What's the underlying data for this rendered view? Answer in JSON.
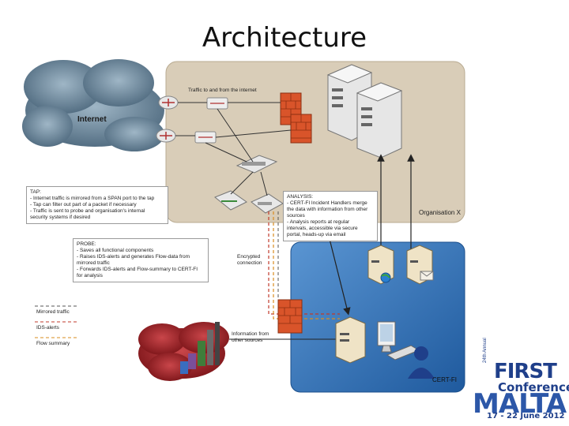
{
  "slide": {
    "title": "Architecture"
  },
  "labels": {
    "internet": "Internet",
    "traffic": "Traffic to and from the internet",
    "organisation": "Organisation X",
    "cert": "CERT-FI",
    "encrypted_1": "Encrypted",
    "encrypted_2": "connection",
    "info_1": "Information from",
    "info_2": "other sources"
  },
  "tap": {
    "lines": [
      "TAP:",
      "- Internet traffic is mirrored from a SPAN port to the tap",
      "- Tap can filter out part of a packet if necessary",
      "- Traffic is sent to probe and organisation's internal",
      "  security systems if desired"
    ]
  },
  "analysis": {
    "lines": [
      "ANALYSIS:",
      "- CERT-FI Incident Handlers merge",
      "  the data with information from other",
      "  sources",
      "- Analysis reports at regular",
      "  intervals, accessible via secure",
      "  portal, heads-up via email"
    ]
  },
  "probe": {
    "lines": [
      "PROBE:",
      "- Saves all functional components",
      "- Raises IDS-alerts and generates Flow-data from",
      "  mirrored traffic",
      "- Forwards IDS-alerts and Flow-summary to CERT-FI",
      "  for analysis"
    ]
  },
  "legend": [
    {
      "label": "Mirrored traffic",
      "color": "#555555"
    },
    {
      "label": "IDS-alerts",
      "color": "#c0392b"
    },
    {
      "label": "Flow summary",
      "color": "#d98c1f"
    }
  ],
  "logo": {
    "first": "FIRST",
    "conference": "Conference",
    "malta": "MALTA",
    "dates": "17 - 22 June 2012",
    "annual": "24th Annual"
  },
  "colors": {
    "org_zone": "#d9cdb8",
    "cert_zone": "#2d6fb5",
    "cloud": "#5e7c92",
    "red_cloud": "#a8262b",
    "firewall": "#d9542a"
  }
}
